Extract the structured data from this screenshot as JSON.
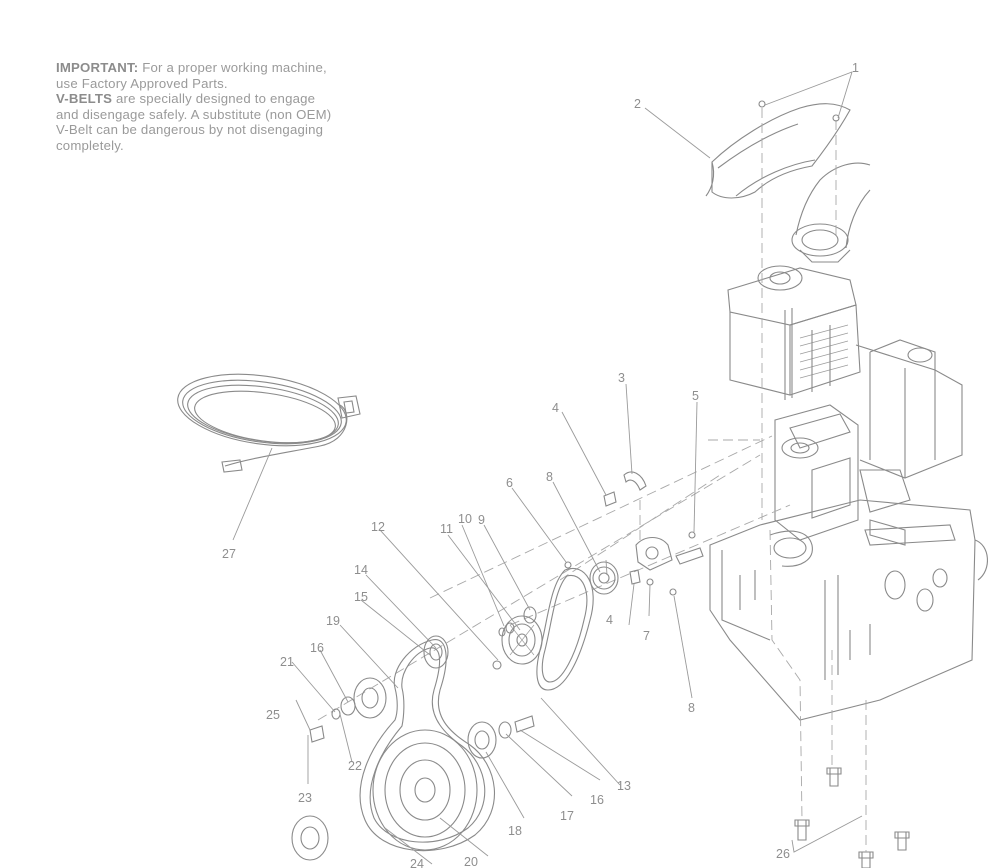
{
  "notice": {
    "heading": "IMPORTANT:",
    "line1_rest": "For a proper working machine,",
    "line2": "use Factory Approved Parts.",
    "heading2": "V-BELTS",
    "line3_rest": "are specially designed to engage",
    "line4": "and disengage safely.  A substitute (non OEM)",
    "line5": "V-Belt can be dangerous by not disengaging",
    "line6": "completely."
  },
  "callouts": [
    "1",
    "2",
    "3",
    "4",
    "4",
    "5",
    "6",
    "7",
    "8",
    "8",
    "9",
    "10",
    "11",
    "12",
    "13",
    "14",
    "15",
    "16",
    "16",
    "17",
    "18",
    "19",
    "20",
    "21",
    "22",
    "23",
    "24",
    "25",
    "26",
    "27"
  ]
}
